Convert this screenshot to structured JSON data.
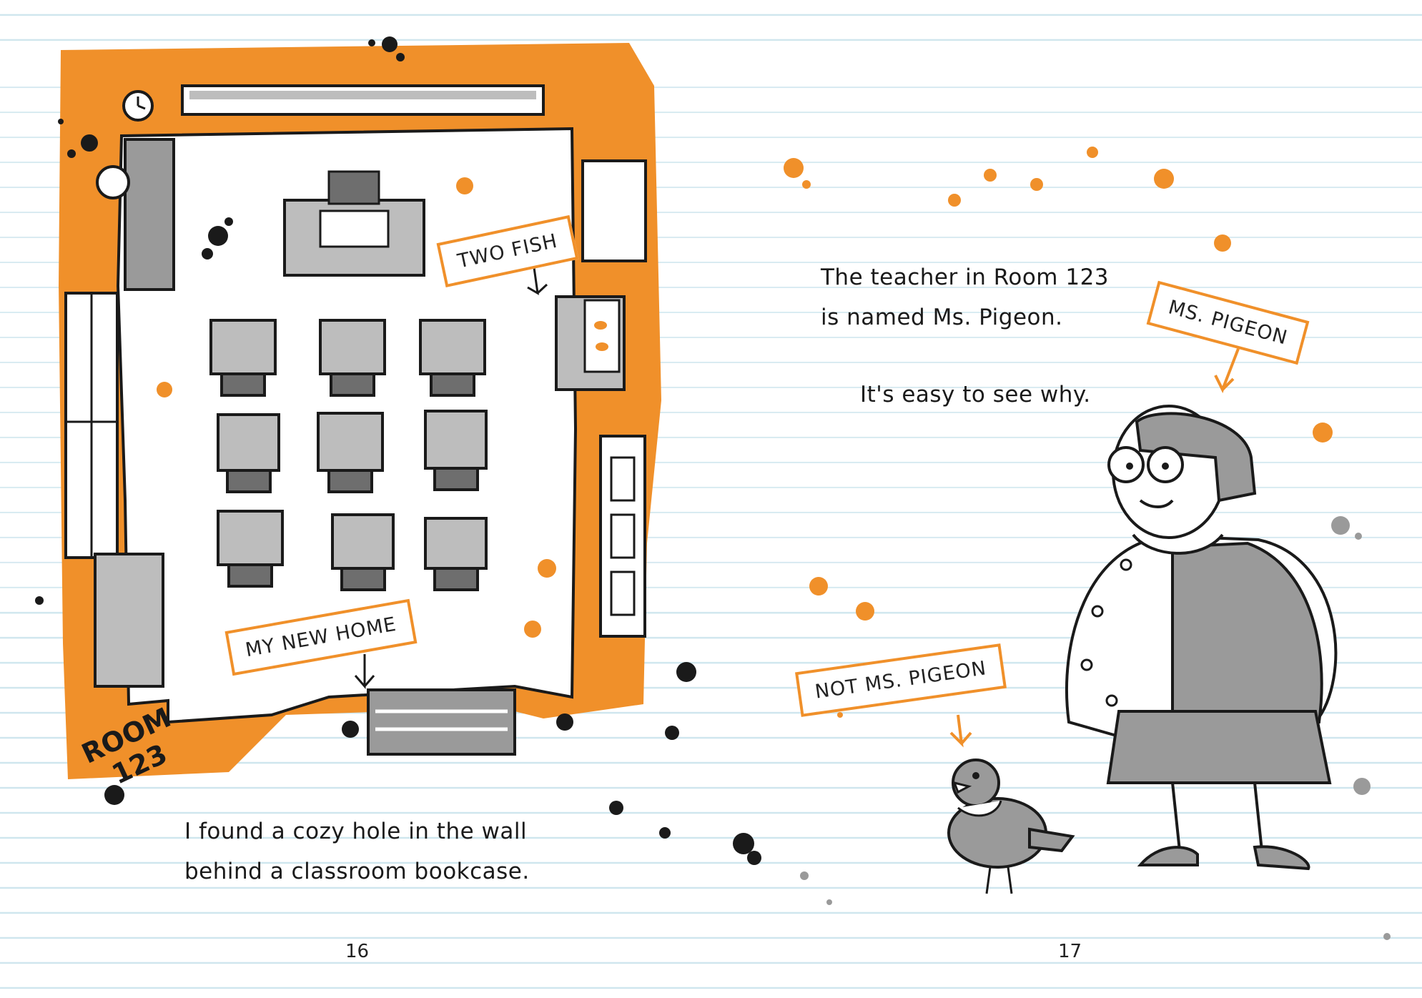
{
  "left_page": {
    "text_line_1": "I found a cozy hole in the wall",
    "text_line_2": "behind a classroom bookcase.",
    "page_number": "16",
    "labels": {
      "two_fish": "TWO FISH",
      "my_new_home": "MY NEW HOME",
      "room_word": "ROOM",
      "room_number": "123"
    }
  },
  "right_page": {
    "text_line_1": "The teacher in Room 123",
    "text_line_2": "is named Ms. Pigeon.",
    "text_line_3": "It's easy to see why.",
    "page_number": "17",
    "labels": {
      "ms_pigeon": "MS. PIGEON",
      "not_ms_pigeon": "NOT MS. PIGEON"
    }
  },
  "colors": {
    "accent_orange": "#f0902a",
    "gray": "#9a9a9a",
    "ink": "#1a1a1a",
    "ruled_line": "#cfe6ee"
  }
}
